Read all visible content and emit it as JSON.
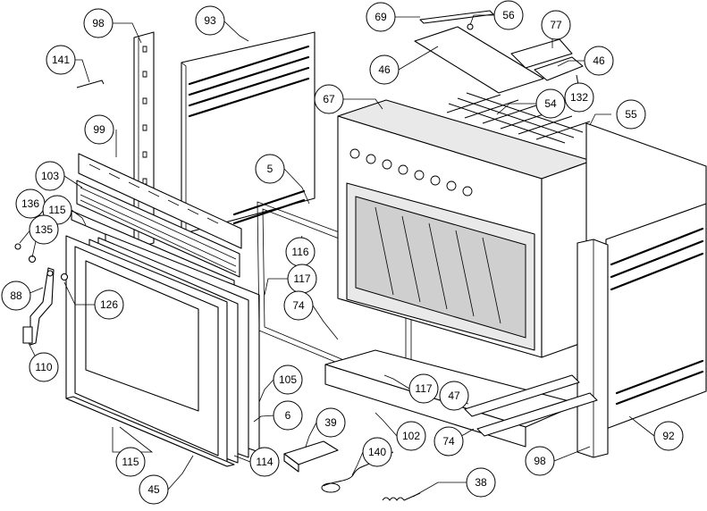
{
  "callouts": [
    {
      "id": "c98a",
      "label": "98"
    },
    {
      "id": "c93",
      "label": "93"
    },
    {
      "id": "c69",
      "label": "69"
    },
    {
      "id": "c56",
      "label": "56"
    },
    {
      "id": "c77",
      "label": "77"
    },
    {
      "id": "c141",
      "label": "141"
    },
    {
      "id": "c46a",
      "label": "46"
    },
    {
      "id": "c46b",
      "label": "46"
    },
    {
      "id": "c67",
      "label": "67"
    },
    {
      "id": "c54",
      "label": "54"
    },
    {
      "id": "c132",
      "label": "132"
    },
    {
      "id": "c55",
      "label": "55"
    },
    {
      "id": "c99",
      "label": "99"
    },
    {
      "id": "c5",
      "label": "5"
    },
    {
      "id": "c103",
      "label": "103"
    },
    {
      "id": "c136",
      "label": "136"
    },
    {
      "id": "c115a",
      "label": "115"
    },
    {
      "id": "c135",
      "label": "135"
    },
    {
      "id": "c116",
      "label": "116"
    },
    {
      "id": "c117a",
      "label": "117"
    },
    {
      "id": "c88",
      "label": "88"
    },
    {
      "id": "c126",
      "label": "126"
    },
    {
      "id": "c74a",
      "label": "74"
    },
    {
      "id": "c110",
      "label": "110"
    },
    {
      "id": "c105",
      "label": "105"
    },
    {
      "id": "c117b",
      "label": "117"
    },
    {
      "id": "c47",
      "label": "47"
    },
    {
      "id": "c6",
      "label": "6"
    },
    {
      "id": "c39",
      "label": "39"
    },
    {
      "id": "c102",
      "label": "102"
    },
    {
      "id": "c74b",
      "label": "74"
    },
    {
      "id": "c92",
      "label": "92"
    },
    {
      "id": "c140",
      "label": "140"
    },
    {
      "id": "c115b",
      "label": "115"
    },
    {
      "id": "c114",
      "label": "114"
    },
    {
      "id": "c98b",
      "label": "98"
    },
    {
      "id": "c45",
      "label": "45"
    },
    {
      "id": "c38",
      "label": "38"
    }
  ]
}
